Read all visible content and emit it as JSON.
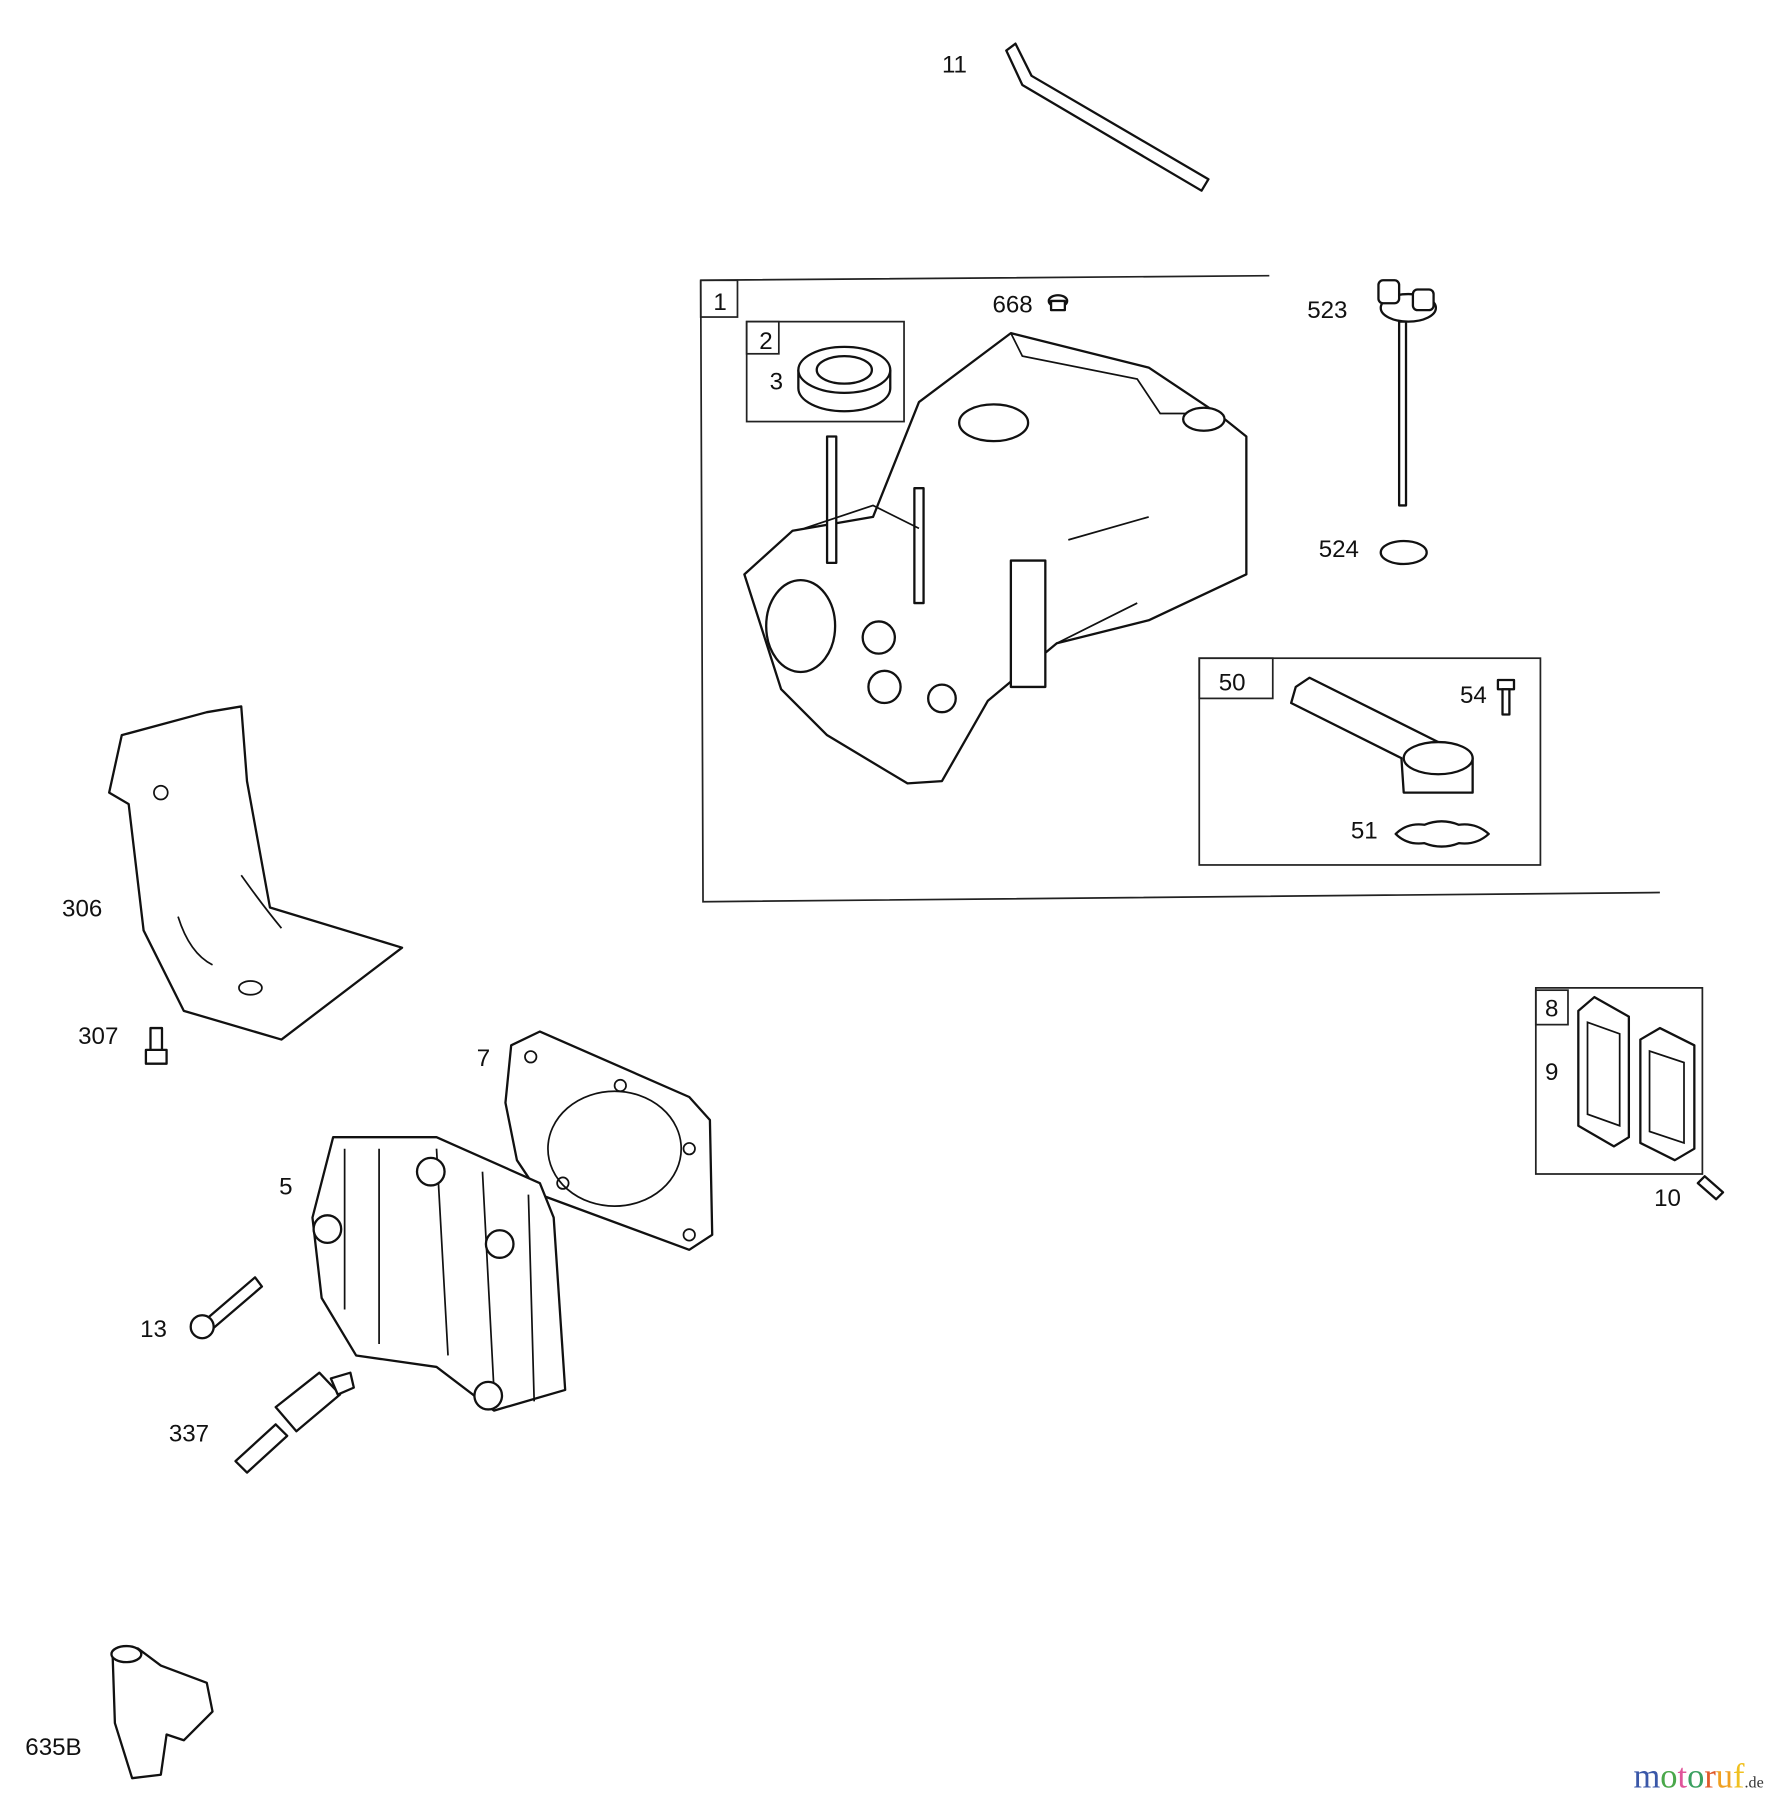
{
  "diagram": {
    "callouts": {
      "c11": "11",
      "c1": "1",
      "c668": "668",
      "c2": "2",
      "c3": "3",
      "c523": "523",
      "c524": "524",
      "c50": "50",
      "c54": "54",
      "c51": "51",
      "c306": "306",
      "c307": "307",
      "c7": "7",
      "c5": "5",
      "c13": "13",
      "c337": "337",
      "c635B": "635B",
      "c8": "8",
      "c9": "9",
      "c10": "10"
    },
    "watermark": {
      "letters": [
        "m",
        "o",
        "t",
        "o",
        "r",
        "u",
        "f"
      ],
      "colors": [
        "#3a57a8",
        "#3a57a8",
        "#4aa84a",
        "#e0559a",
        "#3aa060",
        "#e05a2a",
        "#f0a020",
        "#f0c020"
      ],
      "suffix": ".de"
    }
  }
}
